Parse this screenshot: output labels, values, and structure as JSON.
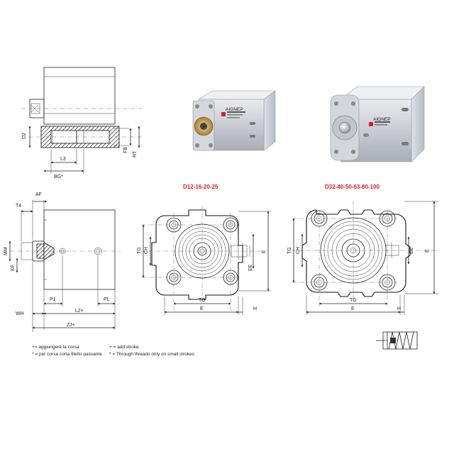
{
  "labels": {
    "model_small": "D12-16-20-25",
    "model_large": "D32-40-50-63-80-100",
    "product_badge_small": "AIGNEP",
    "product_badge_large": "AIGNEP"
  },
  "dims_section": {
    "d2": "D2",
    "l3": "L3",
    "bg": "BG*",
    "fb": "FB",
    "rt": "RT"
  },
  "dims_side": {
    "af": "AF",
    "t4": "T4",
    "mm": "MM",
    "kf": "KF",
    "p1": "P1",
    "pl": "PL",
    "wh": "WH",
    "l2": "L2+",
    "zj": "ZJ+"
  },
  "dims_front_small": {
    "tg_v": "TG",
    "ch": "CH",
    "ee": "EE",
    "e_v": "E",
    "tg_h": "TG",
    "e_h": "E",
    "h": "H"
  },
  "dims_front_large": {
    "tg_v": "TG",
    "ch": "CH",
    "ee": "EE",
    "e_v": "E",
    "tg_h": "TG",
    "e_h": "E",
    "h": "H"
  },
  "notes": {
    "it_add_stroke": "+= aggiungere la corsa",
    "it_through": "* = per corsa corta filetto passante",
    "en_add_stroke": "+ = add stroke",
    "en_through": "* = Through threads only on small strokes"
  },
  "colors": {
    "accent_red": "#d8202a",
    "aluminium": "#c9ccd1",
    "brass": "#c9a15a"
  }
}
